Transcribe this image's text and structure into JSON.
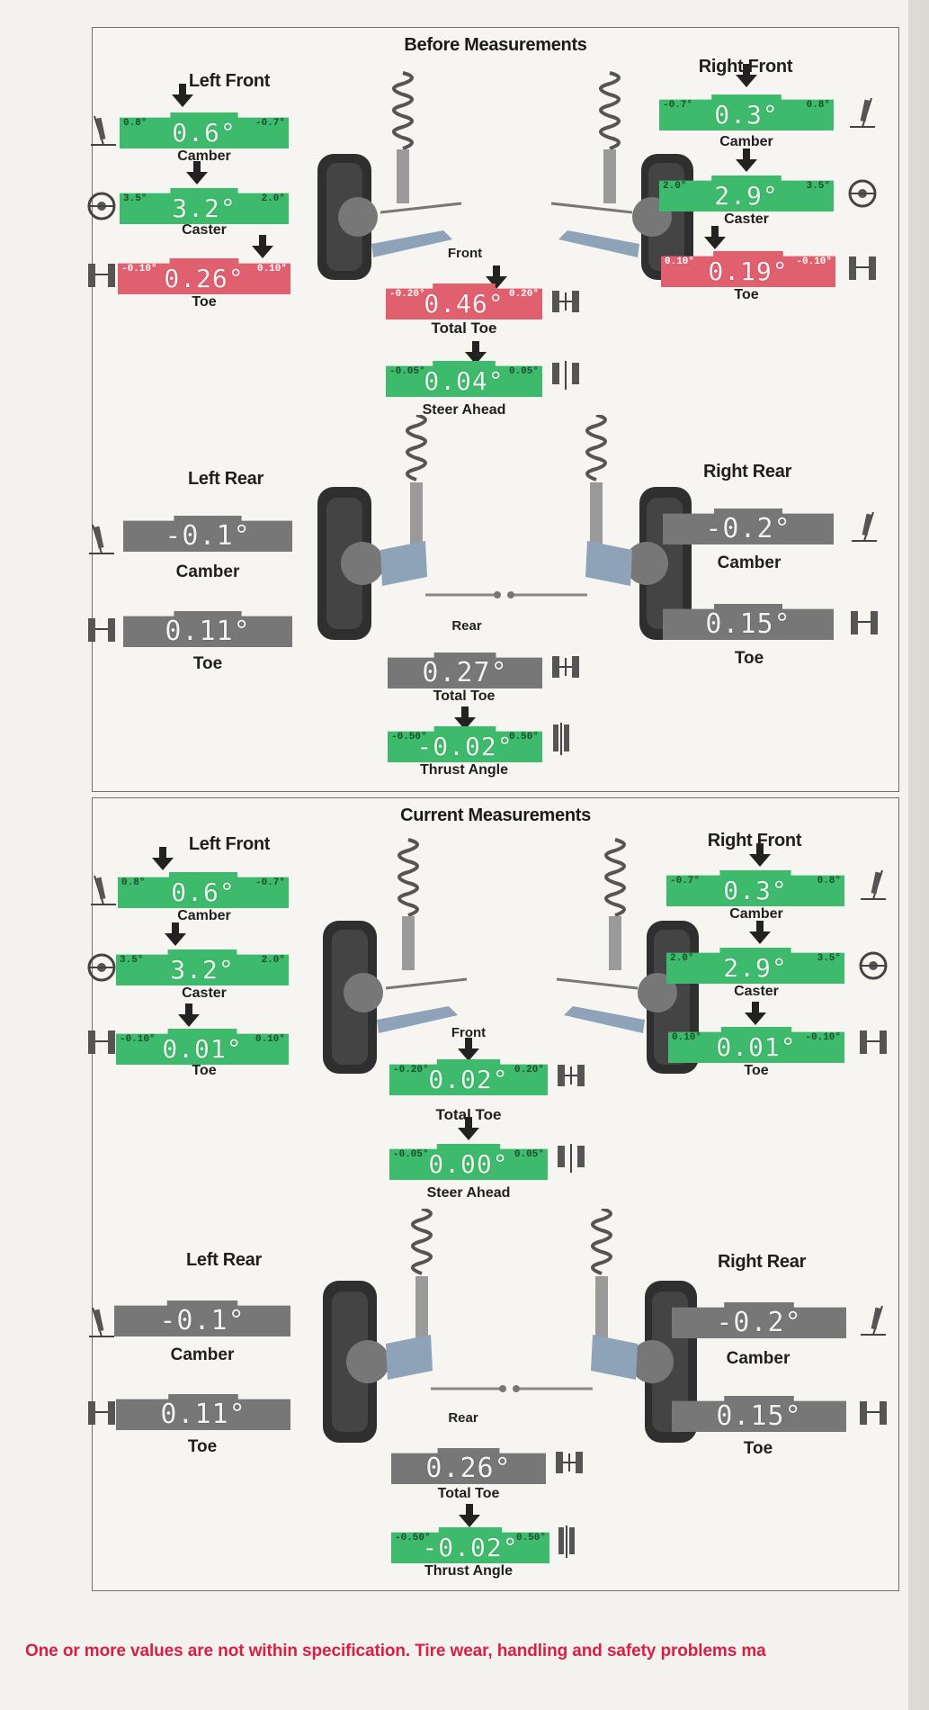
{
  "before": {
    "title": "Before Measurements",
    "left_front": "Left Front",
    "right_front": "Right Front",
    "left_rear": "Left Rear",
    "right_rear": "Right Rear",
    "front_axle": "Front",
    "rear_axle": "Rear",
    "lf_camber": {
      "label": "Camber",
      "value": "0.6°",
      "min": "0.8°",
      "max": "-0.7°",
      "status": "green"
    },
    "lf_caster": {
      "label": "Caster",
      "value": "3.2°",
      "min": "3.5°",
      "max": "2.0°",
      "status": "green"
    },
    "lf_toe": {
      "label": "Toe",
      "value": "0.26°",
      "min": "-0.10°",
      "max": "0.10°",
      "status": "red"
    },
    "rf_camber": {
      "label": "Camber",
      "value": "0.3°",
      "min": "-0.7°",
      "max": "0.8°",
      "status": "green"
    },
    "rf_caster": {
      "label": "Caster",
      "value": "2.9°",
      "min": "2.0°",
      "max": "3.5°",
      "status": "green"
    },
    "rf_toe": {
      "label": "Toe",
      "value": "0.19°",
      "min": "0.10°",
      "max": "-0.10°",
      "status": "red"
    },
    "total_toe": {
      "label": "Total Toe",
      "value": "0.46°",
      "min": "-0.20°",
      "max": "0.20°",
      "status": "red"
    },
    "steer_ahead": {
      "label": "Steer Ahead",
      "value": "0.04°",
      "min": "-0.05°",
      "max": "0.05°",
      "status": "green"
    },
    "lr_camber": {
      "label": "Camber",
      "value": "-0.1°",
      "status": "gray"
    },
    "lr_toe": {
      "label": "Toe",
      "value": "0.11°",
      "status": "gray"
    },
    "rr_camber": {
      "label": "Camber",
      "value": "-0.2°",
      "status": "gray"
    },
    "rr_toe": {
      "label": "Toe",
      "value": "0.15°",
      "status": "gray"
    },
    "rear_total_toe": {
      "label": "Total Toe",
      "value": "0.27°",
      "status": "gray"
    },
    "thrust_angle": {
      "label": "Thrust Angle",
      "value": "-0.02°",
      "min": "-0.50°",
      "max": "0.50°",
      "status": "green"
    }
  },
  "current": {
    "title": "Current Measurements",
    "left_front": "Left Front",
    "right_front": "Right Front",
    "left_rear": "Left Rear",
    "right_rear": "Right Rear",
    "front_axle": "Front",
    "rear_axle": "Rear",
    "lf_camber": {
      "label": "Camber",
      "value": "0.6°",
      "min": "0.8°",
      "max": "-0.7°",
      "status": "green"
    },
    "lf_caster": {
      "label": "Caster",
      "value": "3.2°",
      "min": "3.5°",
      "max": "2.0°",
      "status": "green"
    },
    "lf_toe": {
      "label": "Toe",
      "value": "0.01°",
      "min": "-0.10°",
      "max": "0.10°",
      "status": "green"
    },
    "rf_camber": {
      "label": "Camber",
      "value": "0.3°",
      "min": "-0.7°",
      "max": "0.8°",
      "status": "green"
    },
    "rf_caster": {
      "label": "Caster",
      "value": "2.9°",
      "min": "2.0°",
      "max": "3.5°",
      "status": "green"
    },
    "rf_toe": {
      "label": "Toe",
      "value": "0.01°",
      "min": "0.10°",
      "max": "-0.10°",
      "status": "green"
    },
    "total_toe": {
      "label": "Total Toe",
      "value": "0.02°",
      "min": "-0.20°",
      "max": "0.20°",
      "status": "green"
    },
    "steer_ahead": {
      "label": "Steer Ahead",
      "value": "0.00°",
      "min": "-0.05°",
      "max": "0.05°",
      "status": "green"
    },
    "lr_camber": {
      "label": "Camber",
      "value": "-0.1°",
      "status": "gray"
    },
    "lr_toe": {
      "label": "Toe",
      "value": "0.11°",
      "status": "gray"
    },
    "rr_camber": {
      "label": "Camber",
      "value": "-0.2°",
      "status": "gray"
    },
    "rr_toe": {
      "label": "Toe",
      "value": "0.15°",
      "status": "gray"
    },
    "rear_total_toe": {
      "label": "Total Toe",
      "value": "0.26°",
      "status": "gray"
    },
    "thrust_angle": {
      "label": "Thrust Angle",
      "value": "-0.02°",
      "min": "-0.50°",
      "max": "0.50°",
      "status": "green"
    }
  },
  "footer": {
    "warning": "One or more values are not within specification.  Tire wear, handling and safety problems ma"
  },
  "colors": {
    "in_spec": "#3dba6b",
    "out_of_spec": "#e0606f",
    "no_spec": "#777777",
    "warning_text": "#d81f45"
  },
  "icons": [
    "camber-icon",
    "caster-icon",
    "toe-icon",
    "total-toe-icon",
    "steer-ahead-icon",
    "thrust-angle-icon",
    "front-suspension-illustration",
    "rear-suspension-illustration"
  ]
}
